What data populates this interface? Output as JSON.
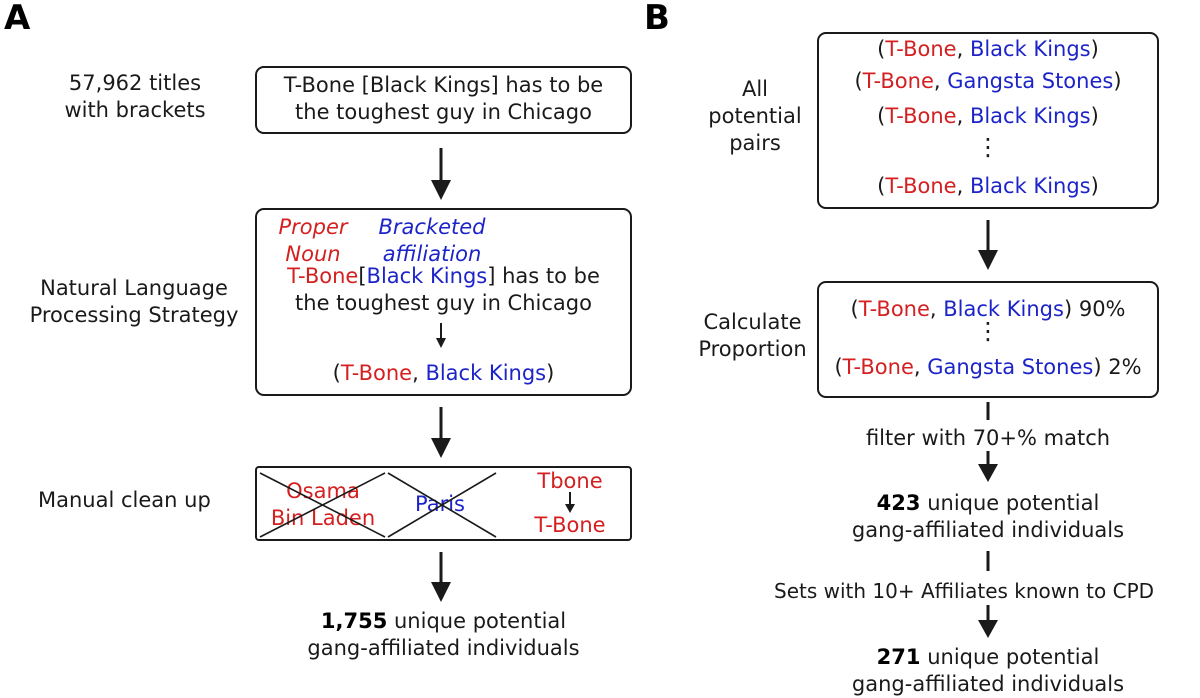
{
  "colors": {
    "proper_noun": "#d42020",
    "affiliation": "#1c24c8",
    "text": "#1a1a1a",
    "line": "#1a1a1a"
  },
  "panel_a": {
    "letter": "A",
    "step1_label": [
      "57,962 titles",
      "with brackets"
    ],
    "step1_box": [
      "T-Bone [Black Kings] has to be",
      "the toughest guy in Chicago"
    ],
    "step2_label": [
      "Natural Language",
      "Processing Strategy"
    ],
    "step2_box": {
      "tag_proper": [
        "Proper",
        "Noun"
      ],
      "tag_bracket": [
        "Bracketed",
        "affiliation"
      ],
      "sentence_name": "T-Bone",
      "sentence_open": "[",
      "sentence_gang": "Black Kings",
      "sentence_rest": "] has to be",
      "sentence_line2": "the toughest guy in Chicago",
      "pair_open": "(",
      "pair_name": "T-Bone",
      "pair_sep": ", ",
      "pair_gang": "Black Kings",
      "pair_close": ")"
    },
    "step3_label": "Manual clean up",
    "step3_box": {
      "removed_1": [
        "Osama",
        "Bin Laden"
      ],
      "removed_2": "Paris",
      "fix_from": "Tbone",
      "fix_to": "T-Bone"
    },
    "result_count": "1,755",
    "result_text_1": "unique potential",
    "result_text_2": "gang-affiliated individuals"
  },
  "panel_b": {
    "letter": "B",
    "pairs_label": [
      "All",
      "potential",
      "pairs"
    ],
    "pairs": [
      {
        "name": "T-Bone",
        "gang": "Black Kings"
      },
      {
        "name": "T-Bone",
        "gang": "Gangsta Stones"
      },
      {
        "name": "T-Bone",
        "gang": "Black Kings"
      },
      {
        "name": "T-Bone",
        "gang": "Black Kings"
      }
    ],
    "vdots": "⋮",
    "calc_label": [
      "Calculate",
      "Proportion"
    ],
    "calc_rows": [
      {
        "name": "T-Bone",
        "gang": "Black Kings",
        "pct": "90%"
      },
      {
        "name": "T-Bone",
        "gang": "Gangsta Stones",
        "pct": "2%"
      }
    ],
    "filter_text": "filter with 70+% match",
    "mid_count": "423",
    "mid_text_1": "unique potential",
    "mid_text_2": "gang-affiliated individuals",
    "sets_text": "Sets with 10+ Affiliates known to CPD",
    "final_count": "271",
    "final_text_1": "unique potential",
    "final_text_2": "gang-affiliated individuals"
  }
}
